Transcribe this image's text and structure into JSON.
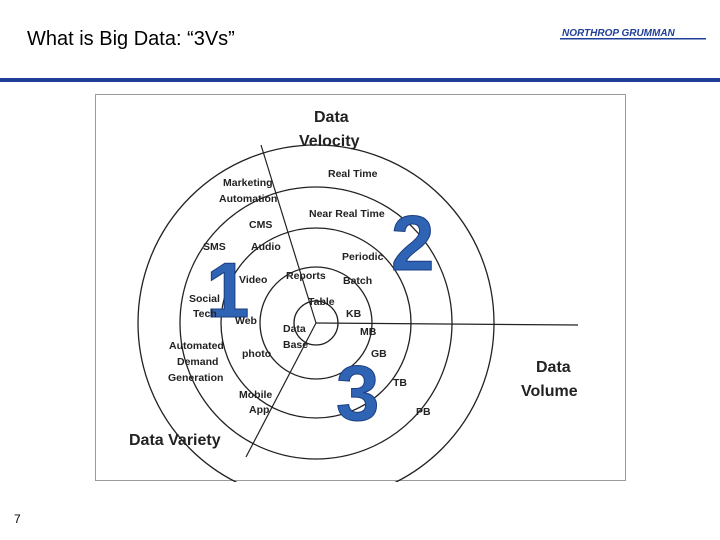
{
  "slide": {
    "title": "What is Big Data: “3Vs”",
    "page_number": "7",
    "logo_text": "NORTHROP GRUMMAN",
    "colors": {
      "header_rule": "#1f3f99",
      "numbers": "#2f64b4",
      "logo": "#1f3f99"
    }
  },
  "diagram": {
    "velocity_title": [
      "Data",
      "Velocity"
    ],
    "volume_title": [
      "Data",
      "Volume"
    ],
    "variety_title": "Data Variety",
    "numbers": [
      "1",
      "2",
      "3"
    ],
    "velocity_items": [
      "Real Time",
      "Near Real Time",
      "Periodic",
      "Batch"
    ],
    "volume_items": [
      "KB",
      "MB",
      "GB",
      "TB",
      "PB"
    ],
    "variety_items": {
      "marketing": [
        "Marketing",
        "Automation"
      ],
      "cms": "CMS",
      "sms": "SMS",
      "audio": "Audio",
      "video": "Video",
      "social": [
        "Social",
        "Tech"
      ],
      "web": "Web",
      "automated": [
        "Automated",
        "Demand",
        "Generation"
      ],
      "photo": "photo",
      "mobile": [
        "Mobile",
        "App"
      ],
      "database": [
        "Data",
        "Base"
      ],
      "reports": "Reports",
      "table": "Table"
    }
  }
}
